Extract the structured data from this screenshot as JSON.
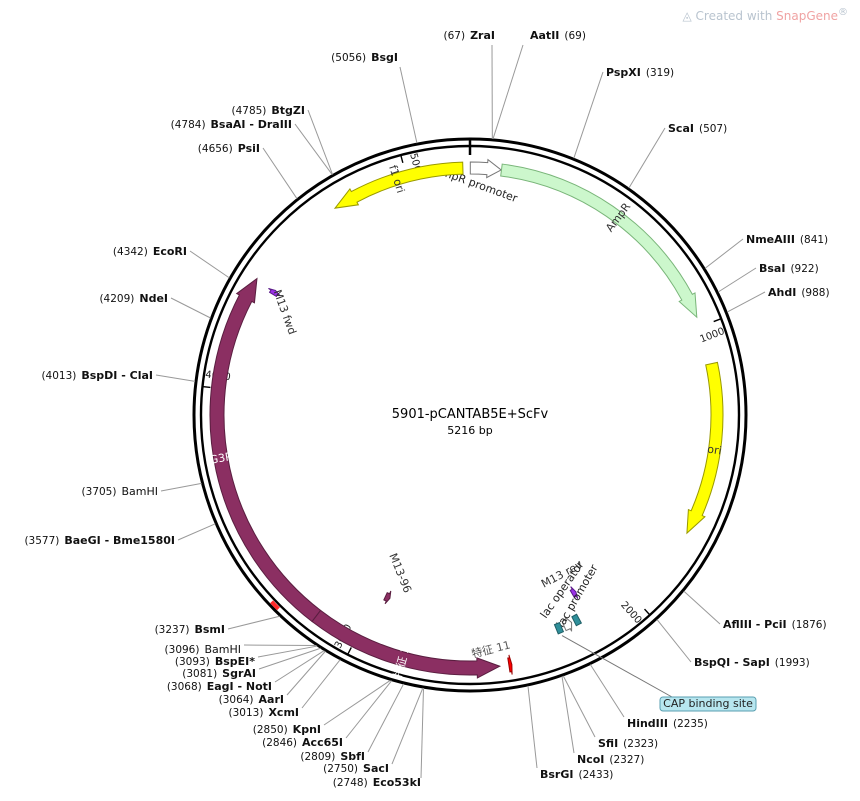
{
  "watermark": {
    "prefix": "Created with ",
    "brand": "SnapGene",
    "mark": "®"
  },
  "plasmid": {
    "name": "5901-pCANTAB5E+ScFv",
    "length_label": "5216 bp",
    "length": 5216
  },
  "ticks": [
    {
      "label": "1000",
      "bp": 1000
    },
    {
      "label": "2000",
      "bp": 2000
    },
    {
      "label": "3000",
      "bp": 3000
    },
    {
      "label": "4000",
      "bp": 4000
    },
    {
      "label": "5000",
      "bp": 5000
    }
  ],
  "features": [
    {
      "name": "AmpR promoter",
      "start": 1,
      "end": 105,
      "strand": 1,
      "color": "#ffffff",
      "stroke": "#777777",
      "label_color": "#222222",
      "label_mode": "outside"
    },
    {
      "name": "AmpR",
      "start": 106,
      "end": 966,
      "strand": 1,
      "color": "#ccf7cc",
      "stroke": "#79b579",
      "label_color": "#333333",
      "label_mode": "inside"
    },
    {
      "name": "ori",
      "start": 1130,
      "end": 1718,
      "strand": 1,
      "color": "#ffff00",
      "stroke": "#999900",
      "label_color": "#333333",
      "label_mode": "inside"
    },
    {
      "name": "f1 ori",
      "start": 4736,
      "end": 5192,
      "strand": -1,
      "color": "#ffff00",
      "stroke": "#999900",
      "label_color": "#333333",
      "label_mode": "inside"
    },
    {
      "name": "G3P",
      "start": 3150,
      "end": 4385,
      "strand": 1,
      "color": "#8b2f62",
      "stroke": "#5a1e40",
      "label_color": "#ffffff",
      "label_mode": "inside"
    },
    {
      "name": "特征 10",
      "start": 2510,
      "end": 3150,
      "strand": -1,
      "color": "#8b2f62",
      "stroke": "#5a1e40",
      "label_color": "#ffffff",
      "label_mode": "inside"
    },
    {
      "name": "特征 11",
      "start": 2480,
      "end": 2470,
      "strand": -1,
      "color": "#ff0000",
      "stroke": "#990000",
      "label_color": "#333333",
      "label_mode": "none"
    },
    {
      "name": "M13 fwd",
      "start": 4368,
      "end": 4385,
      "strand": 1,
      "color": "#9b30e8",
      "stroke": "#5b1a8a",
      "label_color": "#333333",
      "label_mode": "outside"
    },
    {
      "name": "M13 rev",
      "start": 2160,
      "end": 2177,
      "strand": -1,
      "color": "#9b30e8",
      "stroke": "#5b1a8a",
      "label_color": "#333333",
      "label_mode": "outside"
    },
    {
      "name": "M13-96",
      "start": 2950,
      "end": 2970,
      "strand": -1,
      "color": "#8b2f62",
      "stroke": "#5a1e40",
      "label_color": "#333333",
      "label_mode": "outside"
    },
    {
      "name": "lac operator",
      "start": 2200,
      "end": 2220,
      "strand": 0,
      "color": "#2f8f9a",
      "stroke": "#1f5f66",
      "label_color": "#222222",
      "label_mode": "outside"
    },
    {
      "name": "lac promoter",
      "start": 2230,
      "end": 2260,
      "strand": -1,
      "color": "#ffffff",
      "stroke": "#777777",
      "label_color": "#222222",
      "label_mode": "outside"
    },
    {
      "name": "CAP binding site",
      "start": 2270,
      "end": 2290,
      "strand": 0,
      "color": "#2f8f9a",
      "stroke": "#1f5f66",
      "label_color": "#222222",
      "label_mode": "box"
    }
  ],
  "enzymes": [
    {
      "name": "ZraI",
      "pos": "(67)",
      "bp": 67,
      "side": "left",
      "bold": true
    },
    {
      "name": "AatII",
      "pos": "(69)",
      "bp": 69,
      "side": "right",
      "bold": true
    },
    {
      "name": "PspXI",
      "pos": "(319)",
      "bp": 319,
      "side": "right",
      "bold": true
    },
    {
      "name": "ScaI",
      "pos": "(507)",
      "bp": 507,
      "side": "right",
      "bold": true
    },
    {
      "name": "NmeAIII",
      "pos": "(841)",
      "bp": 841,
      "side": "right",
      "bold": true
    },
    {
      "name": "BsaI",
      "pos": "(922)",
      "bp": 922,
      "side": "right",
      "bold": true
    },
    {
      "name": "AhdI",
      "pos": "(988)",
      "bp": 988,
      "side": "right",
      "bold": true
    },
    {
      "name": "AflIII - PciI",
      "pos": "(1876)",
      "bp": 1876,
      "side": "right",
      "bold": true
    },
    {
      "name": "BspQI - SapI",
      "pos": "(1993)",
      "bp": 1993,
      "side": "right",
      "bold": true
    },
    {
      "name": "HindIII",
      "pos": "(2235)",
      "bp": 2235,
      "side": "right",
      "bold": true
    },
    {
      "name": "SfiI",
      "pos": "(2323)",
      "bp": 2323,
      "side": "right",
      "bold": true
    },
    {
      "name": "NcoI",
      "pos": "(2327)",
      "bp": 2327,
      "side": "right",
      "bold": true
    },
    {
      "name": "BsrGI",
      "pos": "(2433)",
      "bp": 2433,
      "side": "right",
      "bold": true
    },
    {
      "name": "Eco53kI",
      "pos": "(2748)",
      "bp": 2748,
      "side": "left",
      "bold": true
    },
    {
      "name": "SacI",
      "pos": "(2750)",
      "bp": 2750,
      "side": "left",
      "bold": true
    },
    {
      "name": "SbfI",
      "pos": "(2809)",
      "bp": 2809,
      "side": "left",
      "bold": true
    },
    {
      "name": "Acc65I",
      "pos": "(2846)",
      "bp": 2846,
      "side": "left",
      "bold": true
    },
    {
      "name": "KpnI",
      "pos": "(2850)",
      "bp": 2850,
      "side": "left",
      "bold": true
    },
    {
      "name": "XcmI",
      "pos": "(3013)",
      "bp": 3013,
      "side": "left",
      "bold": true
    },
    {
      "name": "AarI",
      "pos": "(3064)",
      "bp": 3064,
      "side": "left",
      "bold": true
    },
    {
      "name": "EagI - NotI",
      "pos": "(3068)",
      "bp": 3068,
      "side": "left",
      "bold": true
    },
    {
      "name": "SgrAI",
      "pos": "(3081)",
      "bp": 3081,
      "side": "left",
      "bold": true
    },
    {
      "name": "BspEI*",
      "pos": "(3093)",
      "bp": 3093,
      "side": "left",
      "bold": true
    },
    {
      "name": "BamHI",
      "pos": "(3096)",
      "bp": 3096,
      "side": "left",
      "bold": false
    },
    {
      "name": "BsmI",
      "pos": "(3237)",
      "bp": 3237,
      "side": "left",
      "bold": true
    },
    {
      "name": "BaeGI - Bme1580I",
      "pos": "(3577)",
      "bp": 3577,
      "side": "left",
      "bold": true
    },
    {
      "name": "BamHI",
      "pos": "(3705)",
      "bp": 3705,
      "side": "left",
      "bold": false
    },
    {
      "name": "BspDI - ClaI",
      "pos": "(4013)",
      "bp": 4013,
      "side": "left",
      "bold": true
    },
    {
      "name": "NdeI",
      "pos": "(4209)",
      "bp": 4209,
      "side": "left",
      "bold": true
    },
    {
      "name": "EcoRI",
      "pos": "(4342)",
      "bp": 4342,
      "side": "left",
      "bold": true
    },
    {
      "name": "PsiI",
      "pos": "(4656)",
      "bp": 4656,
      "side": "left",
      "bold": true
    },
    {
      "name": "BsaAI - DraIII",
      "pos": "(4784)",
      "bp": 4784,
      "side": "left",
      "bold": true
    },
    {
      "name": "BtgZI",
      "pos": "(4785)",
      "bp": 4785,
      "side": "left",
      "bold": true
    },
    {
      "name": "BsgI",
      "pos": "(5056)",
      "bp": 5056,
      "side": "left",
      "bold": true
    }
  ]
}
